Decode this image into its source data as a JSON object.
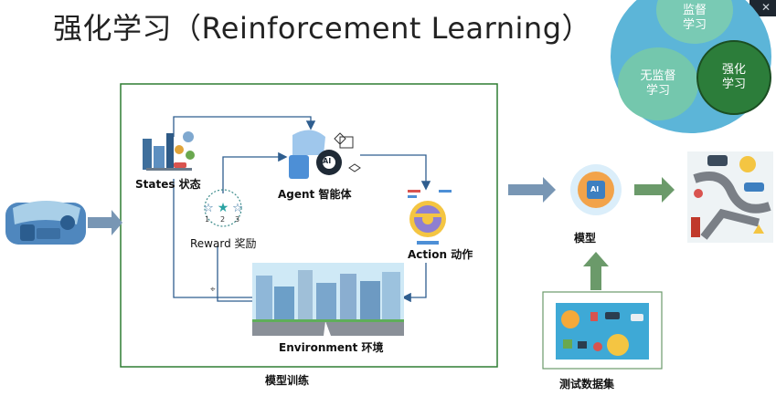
{
  "title": "强化学习（Reinforcement Learning）",
  "venn": {
    "supervised": [
      "监督",
      "学习"
    ],
    "unsupervised": [
      "无监督",
      "学习"
    ],
    "reinforcement": [
      "强化",
      "学习"
    ]
  },
  "loop": {
    "states": "States 状态",
    "agent": "Agent 智能体",
    "reward": "Reward 奖励",
    "action": "Action 动作",
    "environment": "Environment 环境",
    "reward_steps": [
      "1",
      "2",
      "3"
    ],
    "agent_chip": "AI",
    "frame_caption": "模型训练"
  },
  "model": {
    "label": "模型",
    "chip": "AI"
  },
  "test_data": {
    "caption": "测试数据集"
  },
  "colors": {
    "frame": "#2e7d32",
    "arrow_blue": "#7896b4",
    "arrow_green": "#6b9a6a",
    "venn_outer": "#5cb5d8",
    "venn_light": "#6cc4a5",
    "venn_dark": "#2a7a3a"
  }
}
